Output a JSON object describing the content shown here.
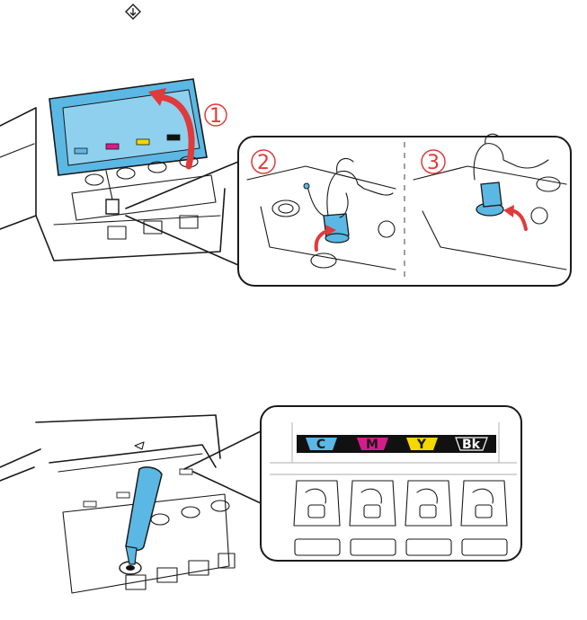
{
  "icon_top": "diamond-start-icon",
  "steps": [
    "1",
    "2",
    "3"
  ],
  "ink_labels": [
    "C",
    "M",
    "Y",
    "Bk"
  ],
  "colors": {
    "cyan": "#5bb8e4",
    "magenta": "#d81b8a",
    "yellow": "#f5d800",
    "black": "#111111",
    "red": "#e03a3a"
  }
}
